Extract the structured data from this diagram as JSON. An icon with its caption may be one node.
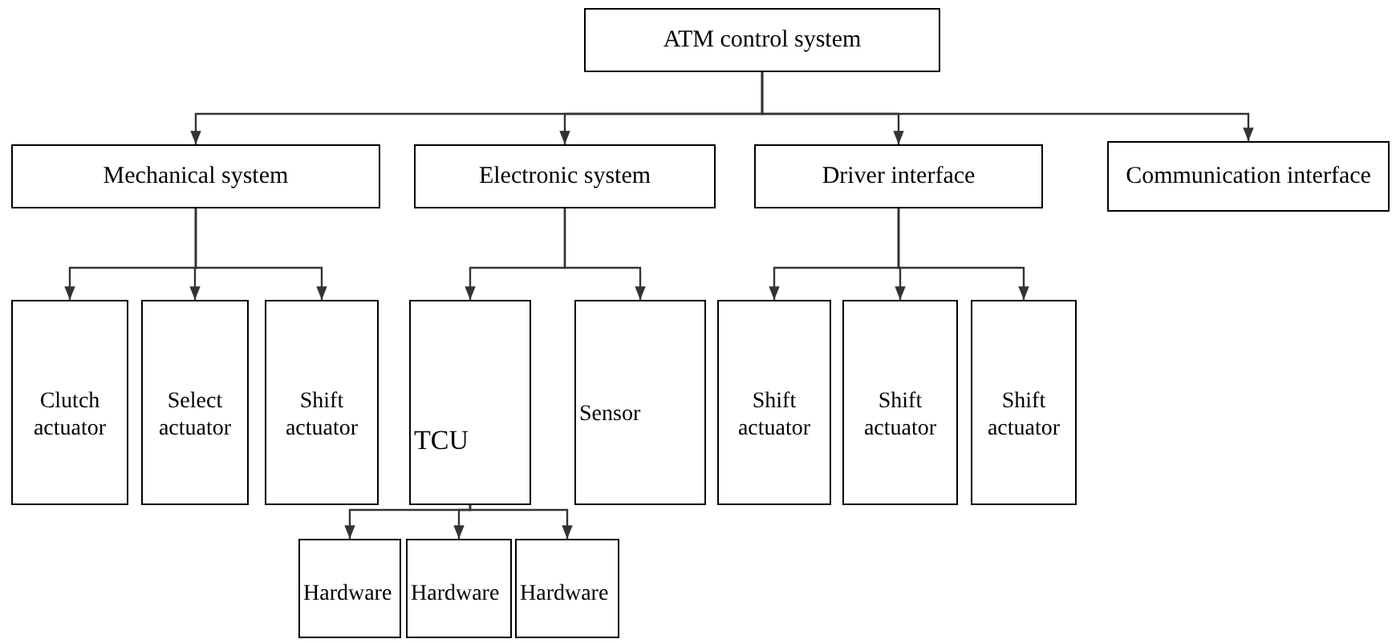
{
  "diagram": {
    "nodes": [
      {
        "text": [
          "ATM control system"
        ]
      },
      {
        "text": [
          "Mechanical system"
        ]
      },
      {
        "text": [
          "Electronic system"
        ]
      },
      {
        "text": [
          "Driver interface"
        ]
      },
      {
        "text": [
          "Communication interface"
        ]
      },
      {
        "text": [
          "Clutch actuator"
        ]
      },
      {
        "text": [
          "Select actuator"
        ]
      },
      {
        "text": [
          "Shift actuator"
        ]
      },
      {
        "text": [
          "TCU"
        ]
      },
      {
        "text": [
          "Sensor"
        ]
      },
      {
        "text": [
          "Shift actuator"
        ]
      },
      {
        "text": [
          "Shift actuator"
        ]
      },
      {
        "text": [
          "Shift actuator"
        ]
      },
      {
        "text": [
          "Hardware"
        ]
      },
      {
        "text": [
          "Hardware"
        ]
      },
      {
        "text": [
          "Hardware"
        ]
      }
    ],
    "edges": [
      {
        "from": 0,
        "to": 1,
        "arrow": "to"
      },
      {
        "from": 0,
        "to": 2,
        "arrow": "to"
      },
      {
        "from": 0,
        "to": 3,
        "arrow": "to"
      },
      {
        "from": 0,
        "to": 4,
        "arrow": "to"
      },
      {
        "from": 1,
        "to": 5,
        "arrow": "to"
      },
      {
        "from": 1,
        "to": 6,
        "arrow": "to"
      },
      {
        "from": 1,
        "to": 7,
        "arrow": "to"
      },
      {
        "from": 2,
        "to": 8,
        "arrow": "to"
      },
      {
        "from": 2,
        "to": 9,
        "arrow": "to"
      },
      {
        "from": 3,
        "to": 10,
        "arrow": "to"
      },
      {
        "from": 3,
        "to": 11,
        "arrow": "to"
      },
      {
        "from": 3,
        "to": 12,
        "arrow": "to"
      },
      {
        "from": 8,
        "to": 13,
        "arrow": "to"
      },
      {
        "from": 8,
        "to": 14,
        "arrow": "to"
      },
      {
        "from": 8,
        "to": 15,
        "arrow": "to"
      }
    ]
  }
}
